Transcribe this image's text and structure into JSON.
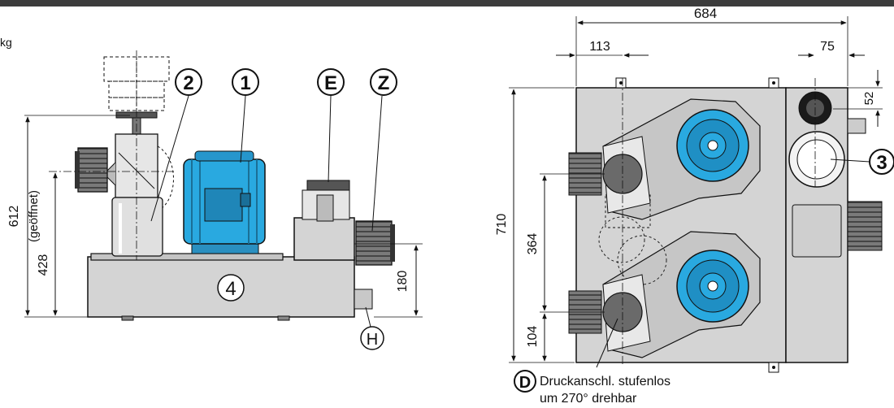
{
  "header": {
    "unit_fragment": "kg"
  },
  "callouts": {
    "c1": "1",
    "c2": "2",
    "c3": "3",
    "c4": "4",
    "cE": "E",
    "cZ": "Z",
    "cH": "H",
    "cD": "D"
  },
  "dimensions": {
    "d612": "612",
    "d_open": "(geöffnet)",
    "d428": "428",
    "d180": "180",
    "d684": "684",
    "d113": "113",
    "d75": "75",
    "d52": "52",
    "d710": "710",
    "d364": "364",
    "d104": "104"
  },
  "note": {
    "line1": "Druckanschl. stufenlos",
    "line2": "um 270° drehbar"
  },
  "colors": {
    "housing": "#d4d4d4",
    "motor": "#29a9e0",
    "dark": "#555555",
    "line": "#111111",
    "frame": "#3c3c3c"
  }
}
